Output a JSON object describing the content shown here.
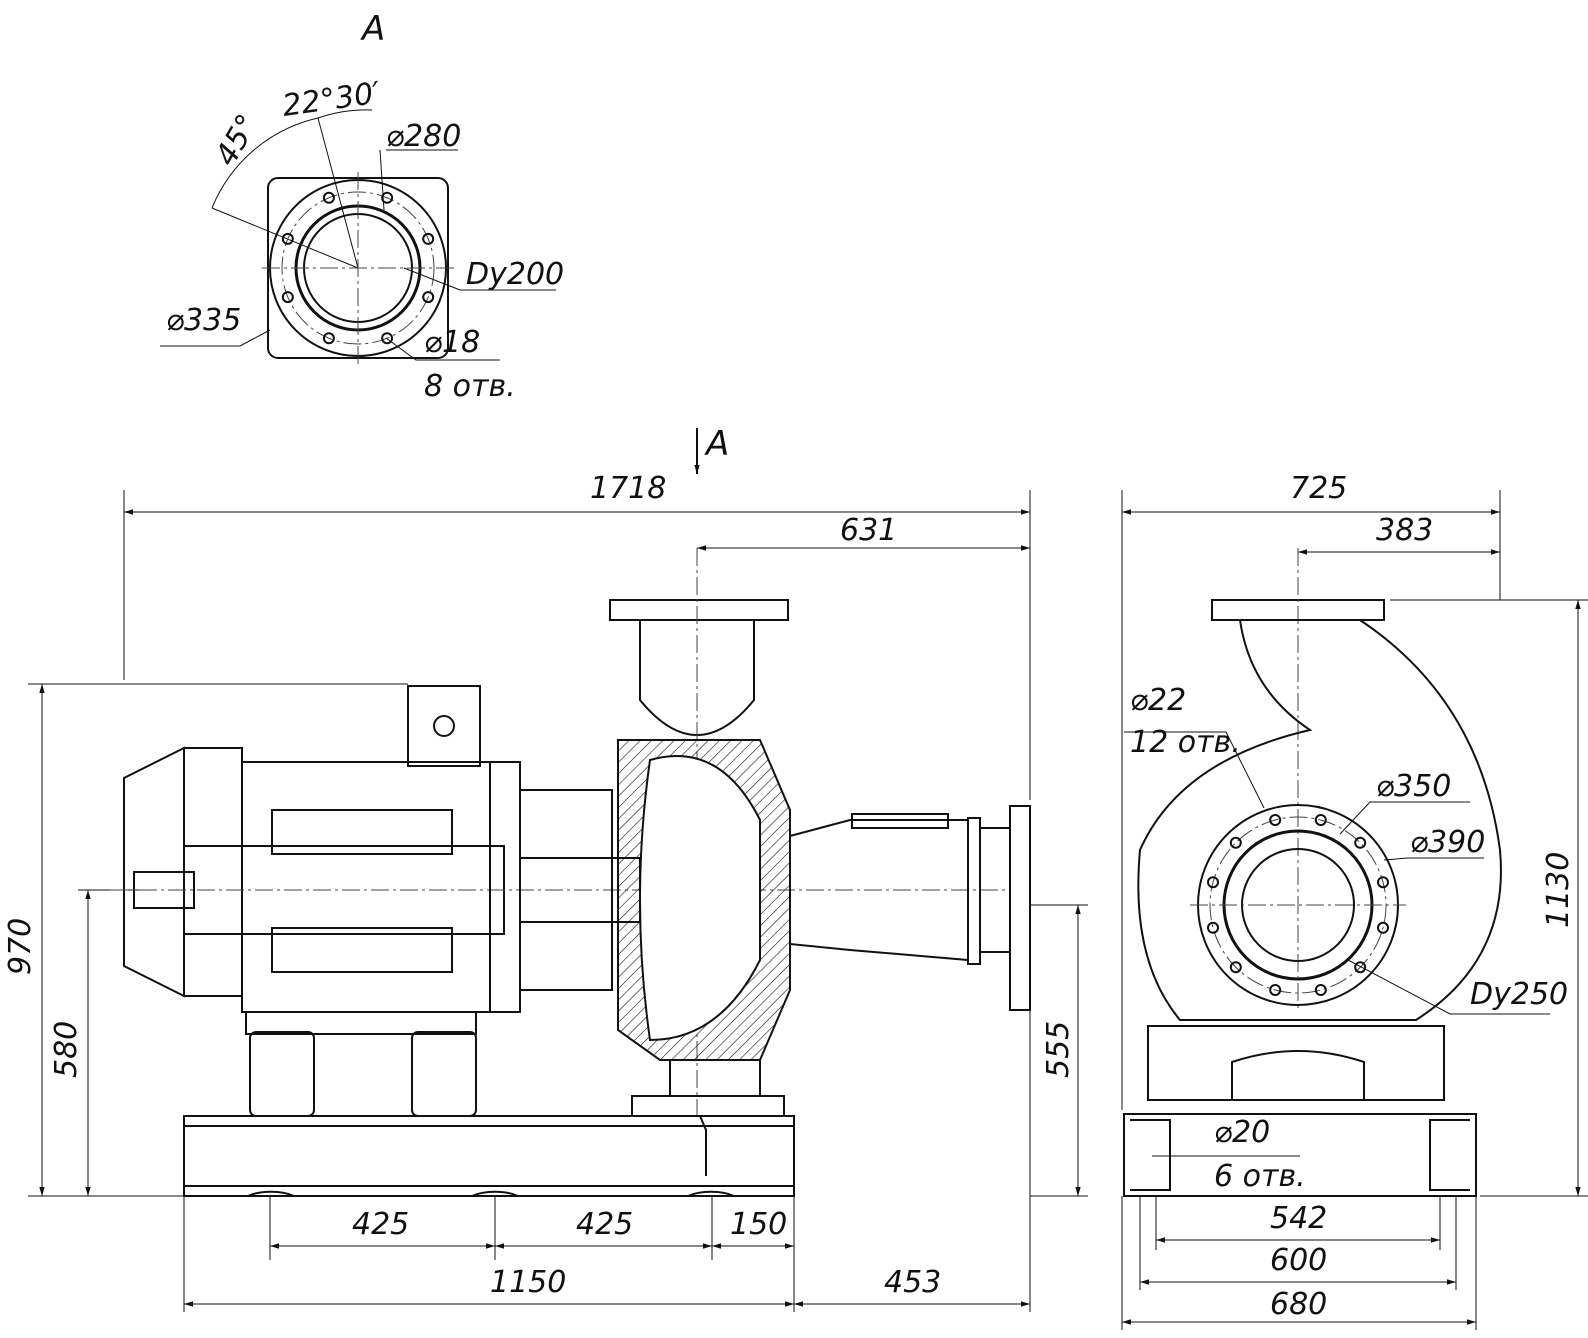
{
  "view_label_top": "A",
  "view_arrow_label": "A",
  "flange_view": {
    "angle_1": "45°",
    "angle_2": "22°30′",
    "pitch_diameter": "⌀280",
    "outer_diameter": "⌀335",
    "nominal_bore": "Dy200",
    "hole_diameter": "⌀18",
    "hole_count": "8 отв."
  },
  "front_view": {
    "overall_length": "1718",
    "outlet_offset": "631",
    "overall_height": "970",
    "shaft_height": "580",
    "inlet_height": "555",
    "bolt_spacing_1": "425",
    "bolt_spacing_2": "425",
    "bolt_spacing_3": "150",
    "frame_length": "1150",
    "inlet_overhang": "453"
  },
  "side_view": {
    "overall_width": "725",
    "outlet_offset": "383",
    "total_height": "1130",
    "bolt_hole_diameter": "⌀22",
    "bolt_hole_count": "12 отв.",
    "pitch_diameter": "⌀350",
    "outer_diameter": "⌀390",
    "nominal_bore": "Dy250",
    "anchor_hole_diameter": "⌀20",
    "anchor_hole_count": "6 отв.",
    "anchor_spacing": "542",
    "frame_width_inner": "600",
    "frame_width_outer": "680"
  }
}
